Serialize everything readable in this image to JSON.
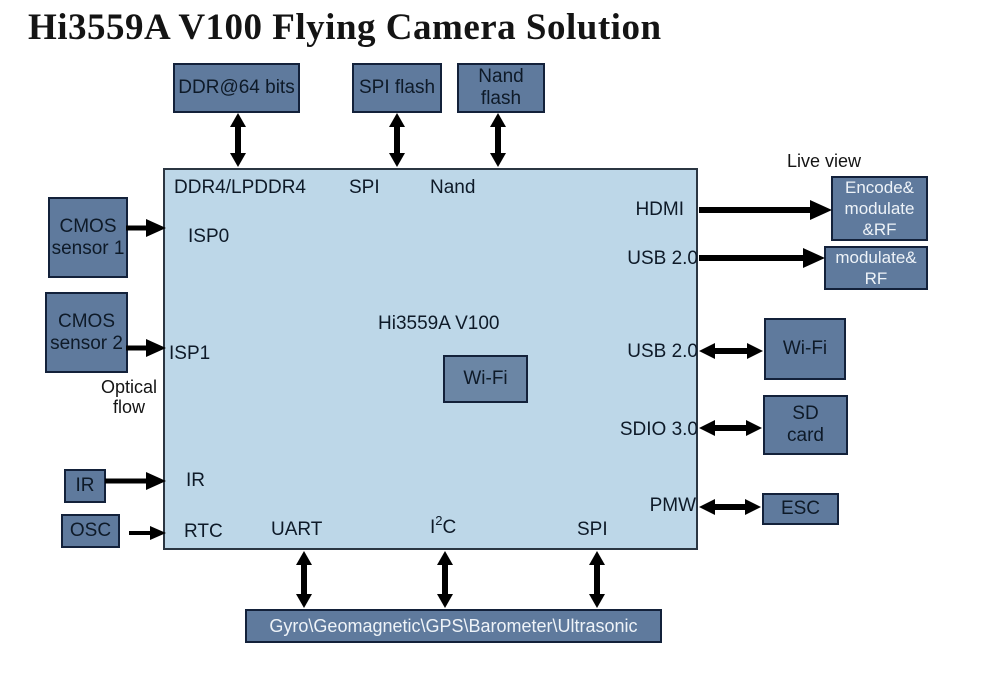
{
  "title": "Hi3559A V100 Flying Camera Solution",
  "colors": {
    "chip_fill": "#bdd7e8",
    "module_fill": "#5f7a9d",
    "inner_module_fill": "#6b86a5",
    "dark_text": "#0e1a28",
    "white_text": "#eef3f8",
    "arrow": "#000000"
  },
  "chip": {
    "name": "Hi3559A V100",
    "wifi_module": "Wi-Fi",
    "ports": {
      "ddr": "DDR4/LPDDR4",
      "spi_top": "SPI",
      "nand": "Nand",
      "isp0": "ISP0",
      "isp1": "ISP1",
      "hdmi": "HDMI",
      "usb_top": "USB 2.0",
      "usb_mid": "USB 2.0",
      "sdio": "SDIO 3.0",
      "pmw": "PMW",
      "ir": "IR",
      "rtc": "RTC",
      "uart": "UART",
      "i2c_base": "I",
      "i2c_sup": "2",
      "i2c_tail": "C",
      "spi_bottom": "SPI"
    }
  },
  "peripherals": {
    "ddr_mem": "DDR@64 bits",
    "spi_flash": "SPI flash",
    "nand_flash": "Nand\nflash",
    "cmos1": "CMOS\nsensor 1",
    "cmos2": "CMOS\nsensor 2",
    "ir": "IR",
    "osc": "OSC",
    "encode_rf": "Encode&\nmodulate\n&RF",
    "modulate_rf": "modulate&\nRF",
    "wifi": "Wi-Fi",
    "sd_card": "SD\ncard",
    "esc": "ESC",
    "sensors": "Gyro\\Geomagnetic\\GPS\\Barometer\\Ultrasonic"
  },
  "annotations": {
    "live_view": "Live view",
    "optical_flow": "Optical\nflow"
  }
}
